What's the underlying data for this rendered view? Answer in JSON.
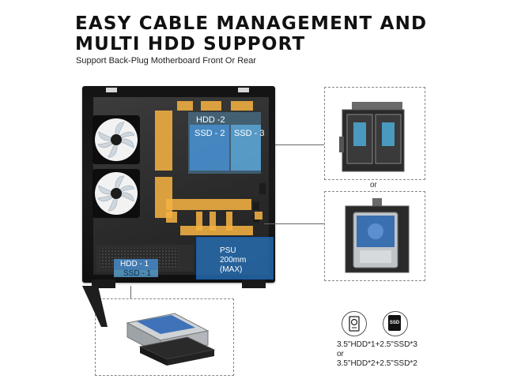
{
  "header": {
    "title_line1": "EASY CABLE MANAGEMENT AND",
    "title_line2": "MULTI HDD SUPPORT",
    "subtitle": "Support Back-Plug Motherboard Front Or Rear"
  },
  "case_labels": {
    "hdd_2": "HDD -2",
    "ssd_2": "SSD - 2",
    "ssd_3": "SSD - 3",
    "hdd_1": "HDD - 1",
    "ssd_1": "SSD - 1",
    "psu_line1": "PSU",
    "psu_line2": "200mm",
    "psu_line3": "(MAX)"
  },
  "callouts": {
    "or_label": "or"
  },
  "specs": {
    "line1": "3.5\"HDD*1+2.5\"SSD*3",
    "or_label": "or",
    "line2": "3.5\"HDD*2+2.5\"SSD*2",
    "ssd_icon_text": "SSD"
  },
  "colors": {
    "cable_zone": "#f2b042",
    "drive_zone": "#4892d6",
    "psu_zone": "#2878c8",
    "case_body": "#141414"
  }
}
